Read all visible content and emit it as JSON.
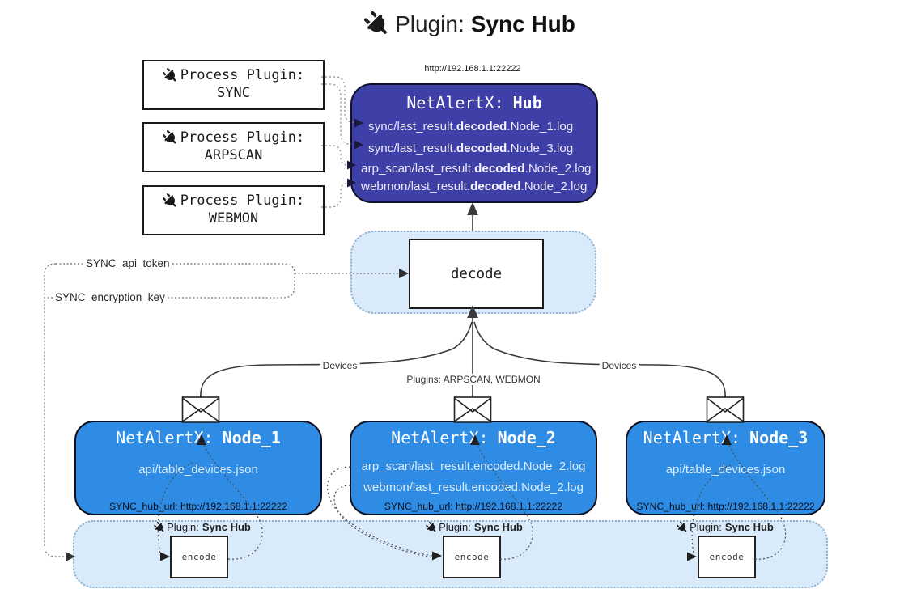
{
  "title": {
    "prefix": "Plugin:",
    "name": "Sync Hub"
  },
  "process_plugins": [
    {
      "label": "Process Plugin:",
      "name": "SYNC"
    },
    {
      "label": "Process Plugin:",
      "name": "ARPSCAN"
    },
    {
      "label": "Process Plugin:",
      "name": "WEBMON"
    }
  ],
  "hub": {
    "url": "http://192.168.1.1:22222",
    "title_prefix": "NetAlertX:",
    "title_name": "Hub",
    "files": [
      {
        "pre": "sync/last_result.",
        "bold": "decoded",
        "post": ".Node_1.log"
      },
      {
        "pre": "sync/last_result.",
        "bold": "decoded",
        "post": ".Node_3.log"
      },
      {
        "pre": "arp_scan/last_result.",
        "bold": "decoded",
        "post": ".Node_2.log"
      },
      {
        "pre": "webmon/last_result.",
        "bold": "decoded",
        "post": ".Node_2.log"
      }
    ]
  },
  "decode_label": "decode",
  "secrets": {
    "api_token": "SYNC_api_token",
    "encryption_key": "SYNC_encryption_key"
  },
  "edge_labels": {
    "left": "Devices",
    "center": "Plugins: ARPSCAN, WEBMON",
    "right": "Devices"
  },
  "nodes": [
    {
      "title_prefix": "NetAlertX:",
      "title_name": "Node_1",
      "files": [
        "api/table_devices.json"
      ],
      "hub_url": "SYNC_hub_url: http://192.168.1.1:22222"
    },
    {
      "title_prefix": "NetAlertX:",
      "title_name": "Node_2",
      "files": [
        "arp_scan/last_result.encoded.Node_2.log",
        "webmon/last_result.encoded.Node_2.log"
      ],
      "hub_url": "SYNC_hub_url: http://192.168.1.1:22222"
    },
    {
      "title_prefix": "NetAlertX:",
      "title_name": "Node_3",
      "files": [
        "api/table_devices.json"
      ],
      "hub_url": "SYNC_hub_url: http://192.168.1.1:22222"
    }
  ],
  "encoders": [
    {
      "plugin_prefix": "Plugin:",
      "plugin_name": "Sync Hub",
      "label": "encode"
    },
    {
      "plugin_prefix": "Plugin:",
      "plugin_name": "Sync Hub",
      "label": "encode"
    },
    {
      "plugin_prefix": "Plugin:",
      "plugin_name": "Sync Hub",
      "label": "encode"
    }
  ],
  "colors": {
    "hub_bg": "#3f3fa8",
    "node_bg": "#2e8ce4",
    "container_bg": "#d9eafa"
  }
}
